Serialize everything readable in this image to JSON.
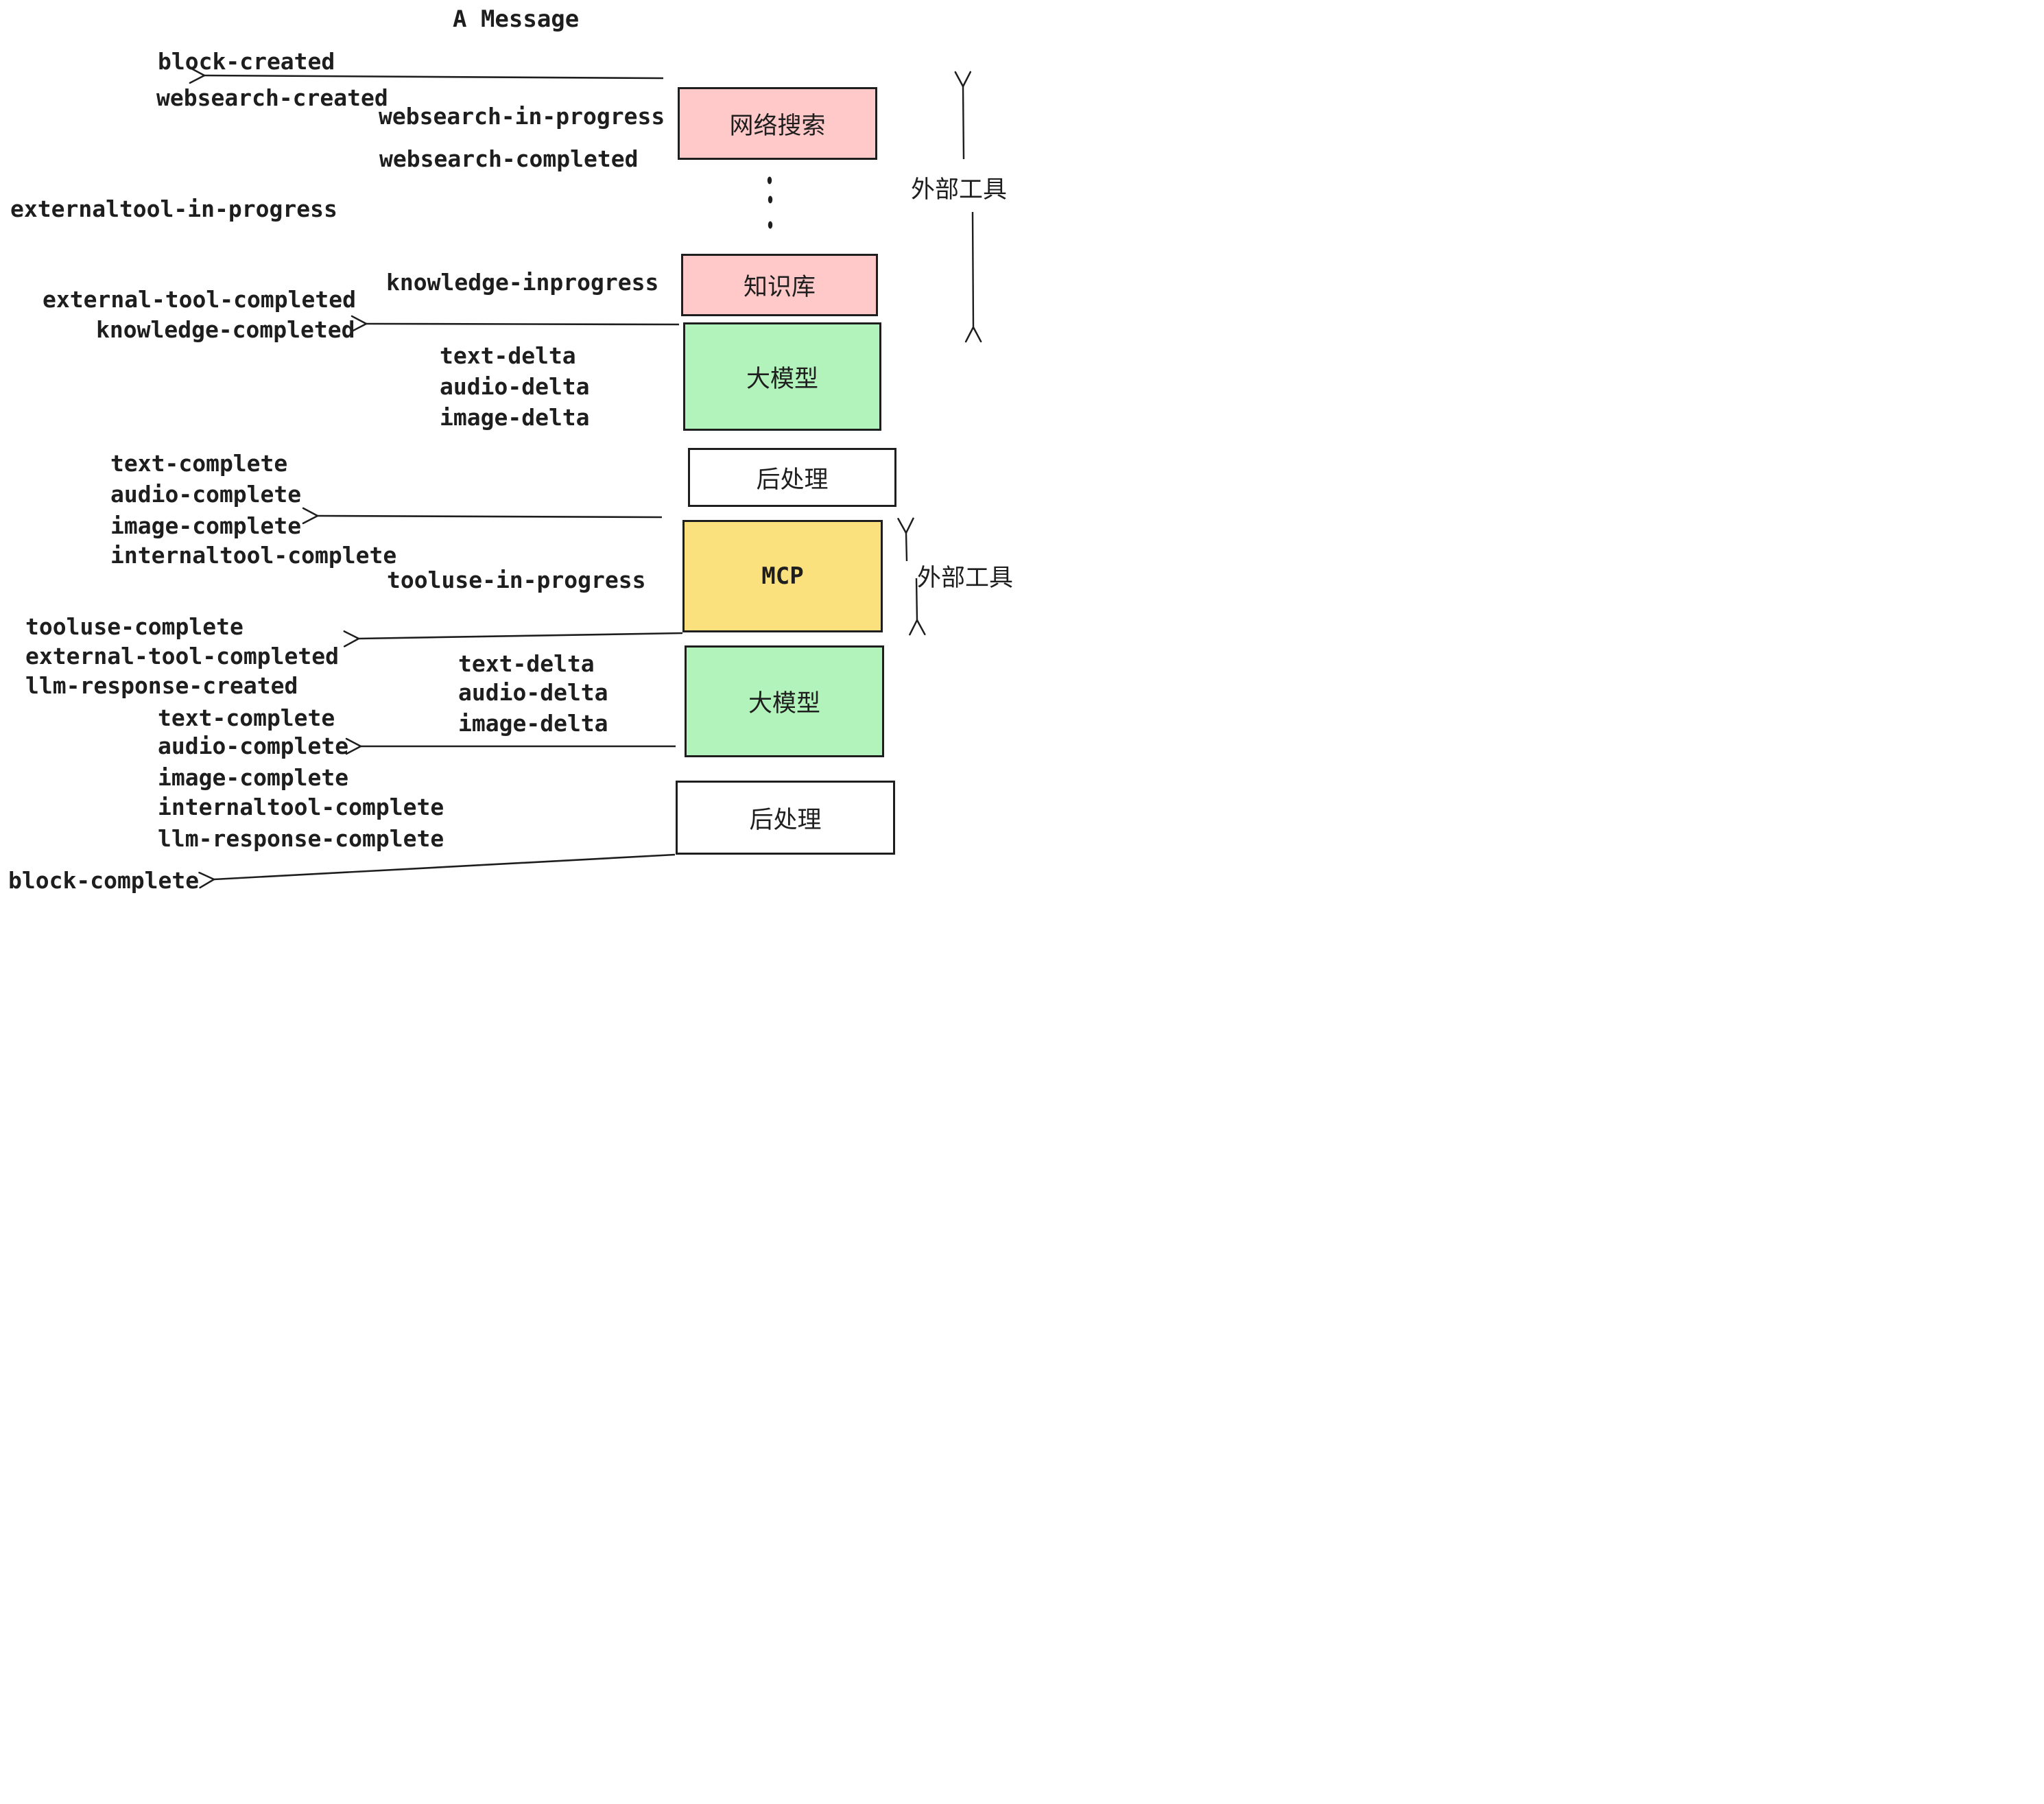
{
  "title": "A Message",
  "events": {
    "block_created": "block-created",
    "websearch_created": "websearch-created",
    "websearch_in_progress": "websearch-in-progress",
    "websearch_completed": "websearch-completed",
    "externaltool_in_progress": "externaltool-in-progress",
    "knowledge_inprogress": "knowledge-inprogress",
    "external_tool_completed": "external-tool-completed",
    "knowledge_completed": "knowledge-completed",
    "text_delta": "text-delta",
    "audio_delta": "audio-delta",
    "image_delta": "image-delta",
    "text_complete": "text-complete",
    "audio_complete": "audio-complete",
    "image_complete": "image-complete",
    "internaltool_complete": "internaltool-complete",
    "tooluse_in_progress": "tooluse-in-progress",
    "tooluse_complete": "tooluse-complete",
    "llm_response_created": "llm-response-created",
    "llm_response_complete": "llm-response-complete",
    "block_complete": "block-complete"
  },
  "boxes": {
    "websearch": "网络搜索",
    "knowledge": "知识库",
    "llm": "大模型",
    "postprocess": "后处理",
    "mcp": "MCP"
  },
  "side": {
    "external_tools": "外部工具"
  },
  "colors": {
    "pink": "#ffc9c9",
    "green": "#b2f2bb",
    "yellow": "#fae17d",
    "white": "#ffffff",
    "ink": "#1e1e1e"
  }
}
